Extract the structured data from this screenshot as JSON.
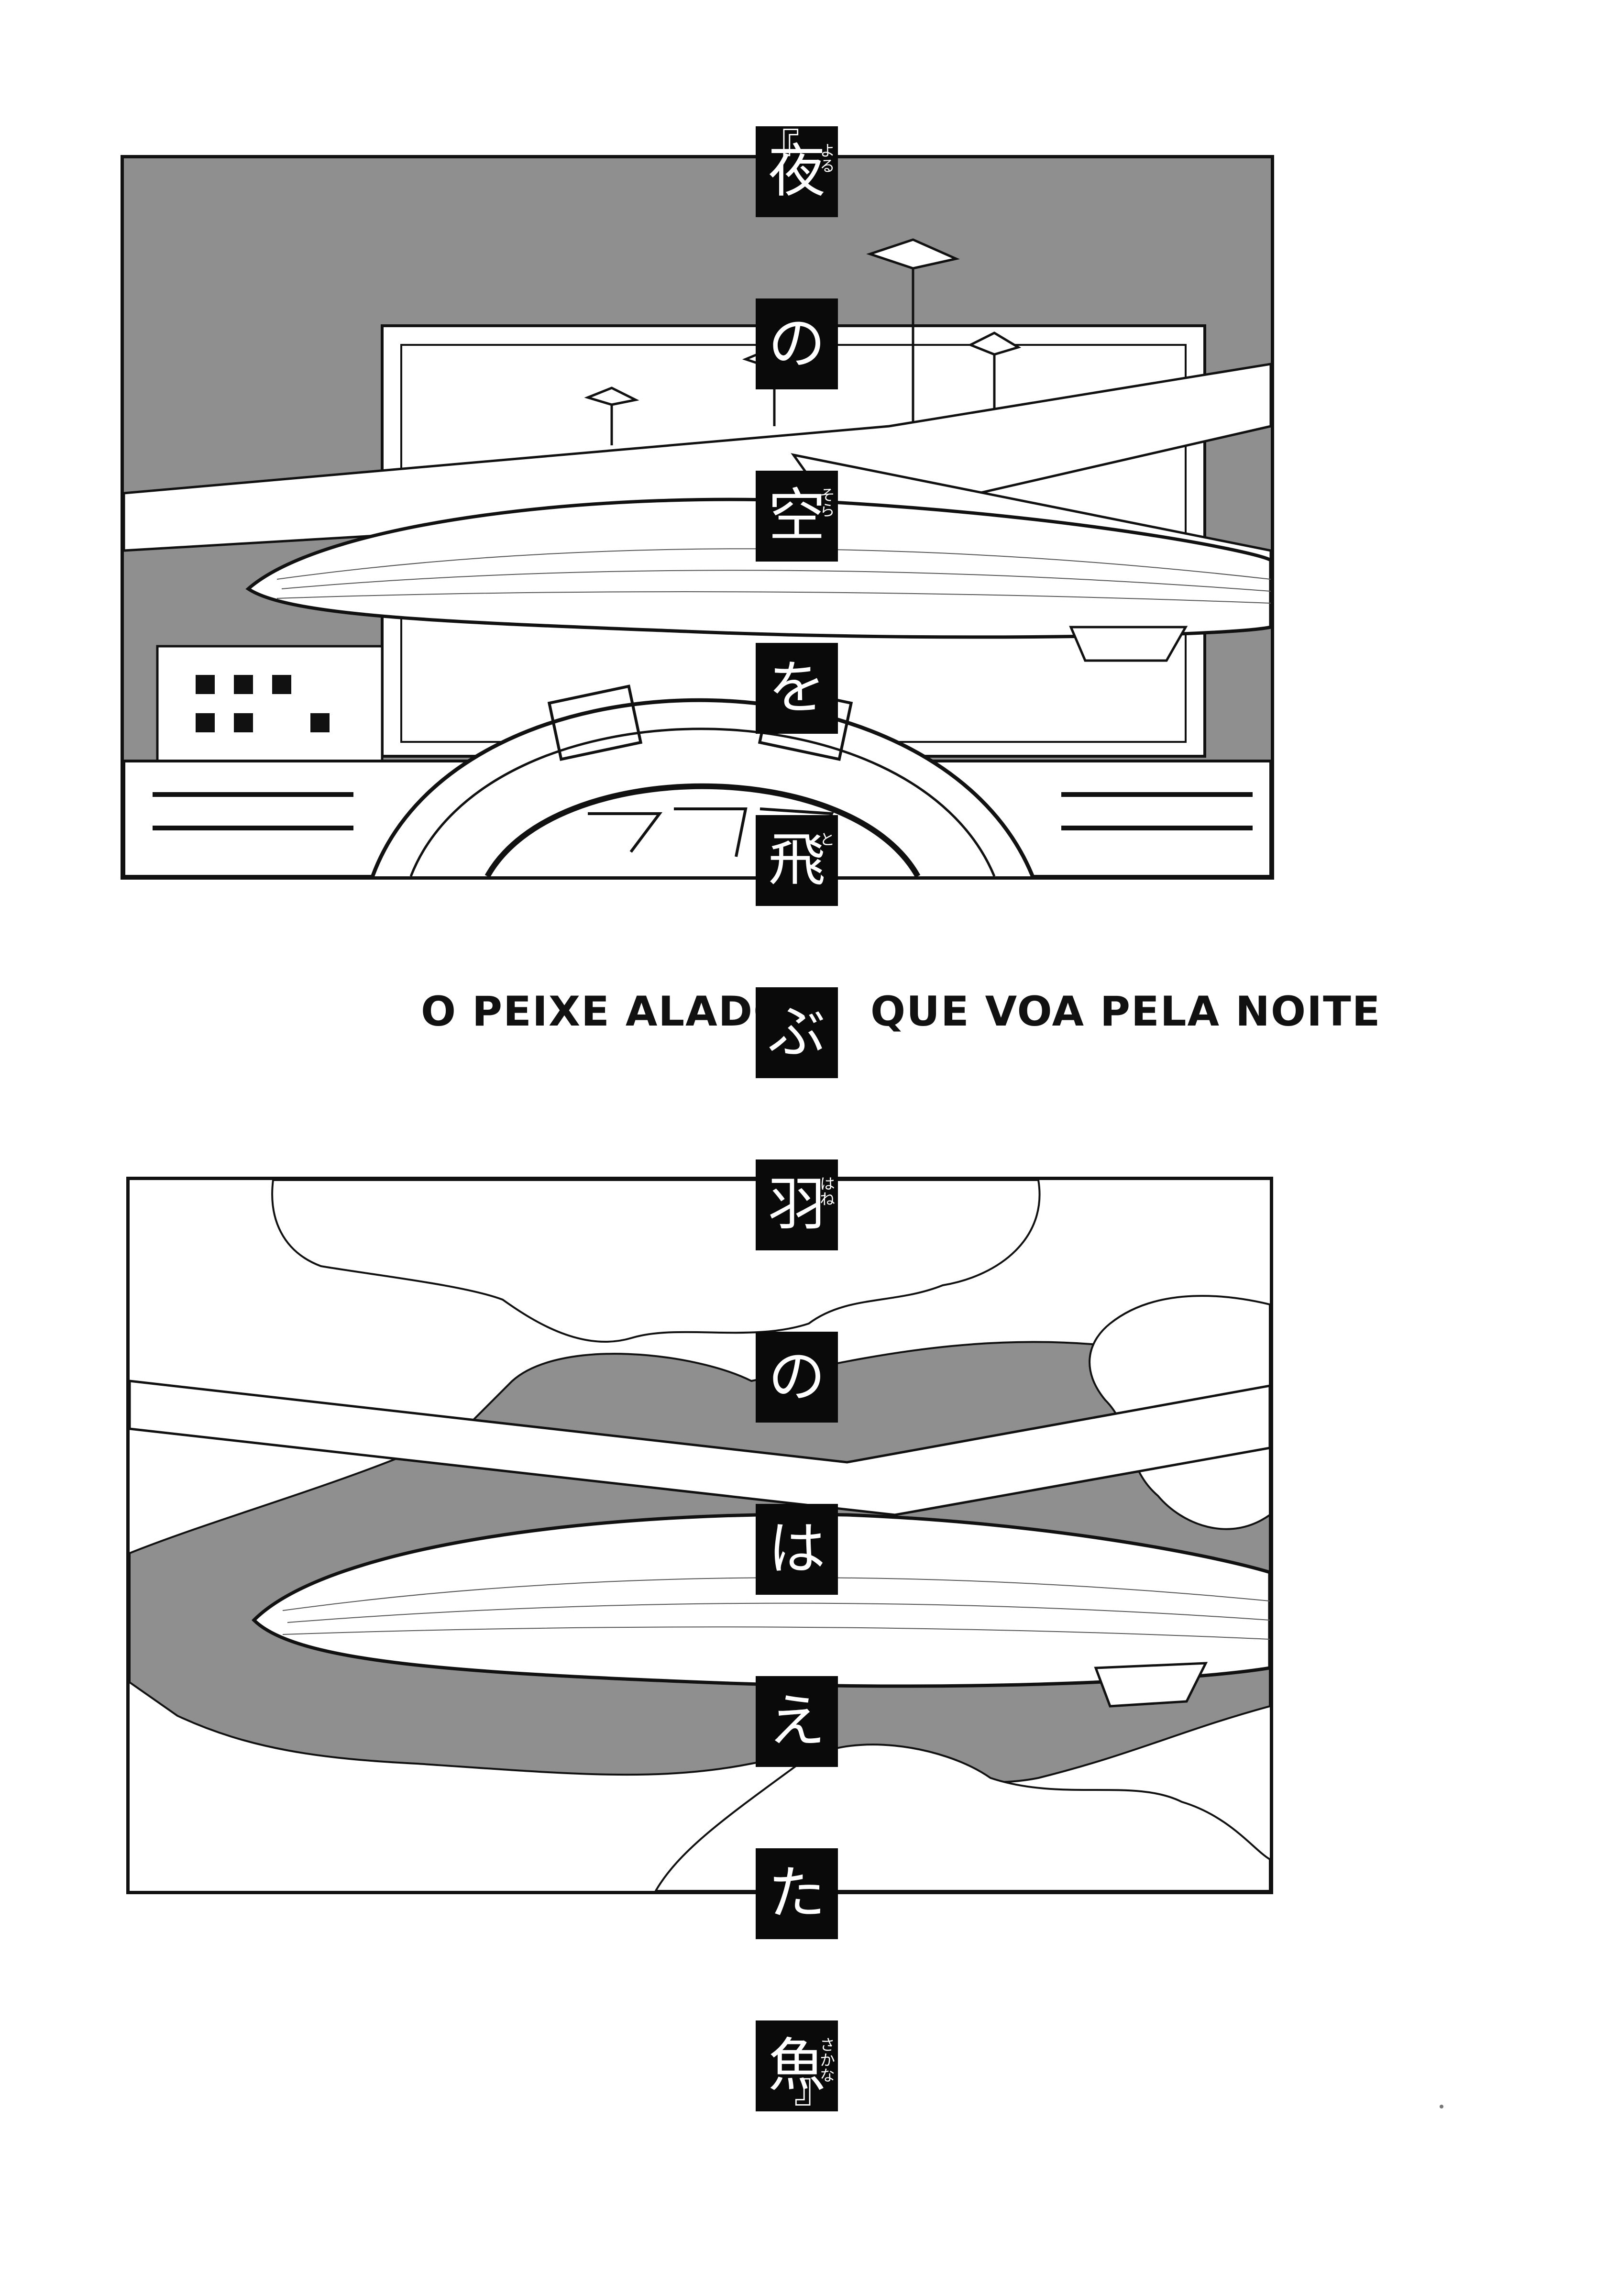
{
  "captions": {
    "left": "O PEIXE ALADO",
    "right": "QUE VOA PELA NOITE"
  },
  "title": {
    "open_quote": "『",
    "close_quote": "』",
    "chars": [
      {
        "char": "夜",
        "ruby": "よる"
      },
      {
        "char": "の",
        "ruby": ""
      },
      {
        "char": "空",
        "ruby": "そら"
      },
      {
        "char": "を",
        "ruby": ""
      },
      {
        "char": "飛",
        "ruby": "と"
      },
      {
        "char": "ぶ",
        "ruby": ""
      },
      {
        "char": "羽",
        "ruby": "はね"
      },
      {
        "char": "の",
        "ruby": ""
      },
      {
        "char": "は",
        "ruby": ""
      },
      {
        "char": "え",
        "ruby": ""
      },
      {
        "char": "た",
        "ruby": ""
      },
      {
        "char": "魚",
        "ruby": "さかな"
      }
    ]
  },
  "colors": {
    "ink": "#111111",
    "screentone": "#8f8f8f",
    "paper": "#ffffff"
  }
}
